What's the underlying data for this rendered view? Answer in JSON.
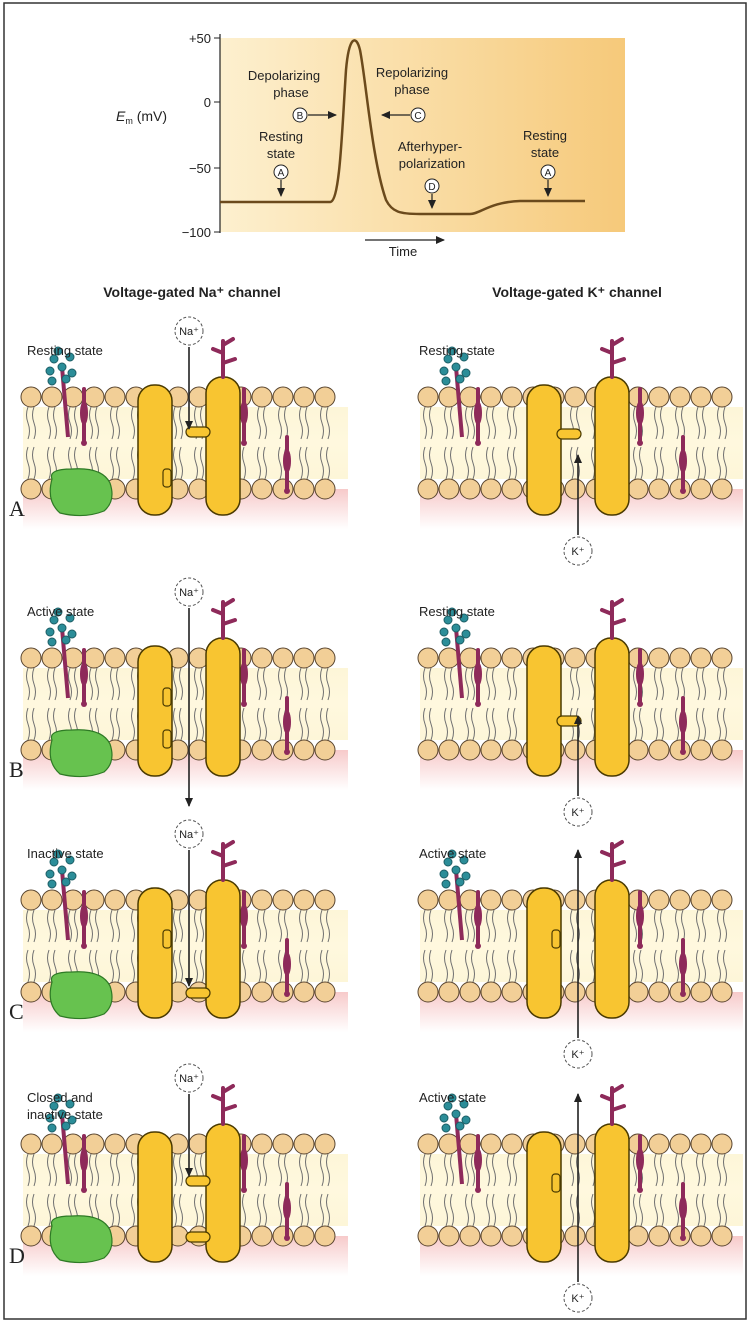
{
  "graph": {
    "ylabel_E": "E",
    "ylabel_sub": "m",
    "ylabel_unit": " (mV)",
    "ticks": [
      "+50",
      "0",
      "−50",
      "−100"
    ],
    "xlabel": "Time",
    "annotations": {
      "depolarizing_1": "Depolarizing",
      "depolarizing_2": "phase",
      "repolarizing_1": "Repolarizing",
      "repolarizing_2": "phase",
      "resting_left_1": "Resting",
      "resting_left_2": "state",
      "after_1": "Afterhyper-",
      "after_2": "polarization",
      "resting_right_1": "Resting",
      "resting_right_2": "state"
    },
    "markers": {
      "A": "A",
      "B": "B",
      "C": "C",
      "D": "D"
    }
  },
  "columns": {
    "na_title": "Voltage-gated Na⁺ channel",
    "k_title": "Voltage-gated K⁺ channel"
  },
  "ions": {
    "na": "Na⁺",
    "k": "K⁺"
  },
  "rows": [
    {
      "letter": "A",
      "na_state_1": "Resting state",
      "na_state_2": "",
      "k_state": "Resting state"
    },
    {
      "letter": "B",
      "na_state_1": "Active state",
      "na_state_2": "",
      "k_state": "Resting state"
    },
    {
      "letter": "C",
      "na_state_1": "Inactive state",
      "na_state_2": "",
      "k_state": "Active state"
    },
    {
      "letter": "D",
      "na_state_1": "Closed and",
      "na_state_2": "inactive state",
      "k_state": "Active state"
    }
  ],
  "colors": {
    "graph_bg": "#f7d28e",
    "curve": "#6b4a1c",
    "lipid_head": "#f2cf97",
    "lipid_tail": "#6f6f6f",
    "channel": "#f8c531",
    "channel_edge": "#4a3a00",
    "glyco": "#2b8d98",
    "receptor": "#8e2a5a",
    "blob": "#67c24f",
    "inner": "#f9d7d7"
  }
}
